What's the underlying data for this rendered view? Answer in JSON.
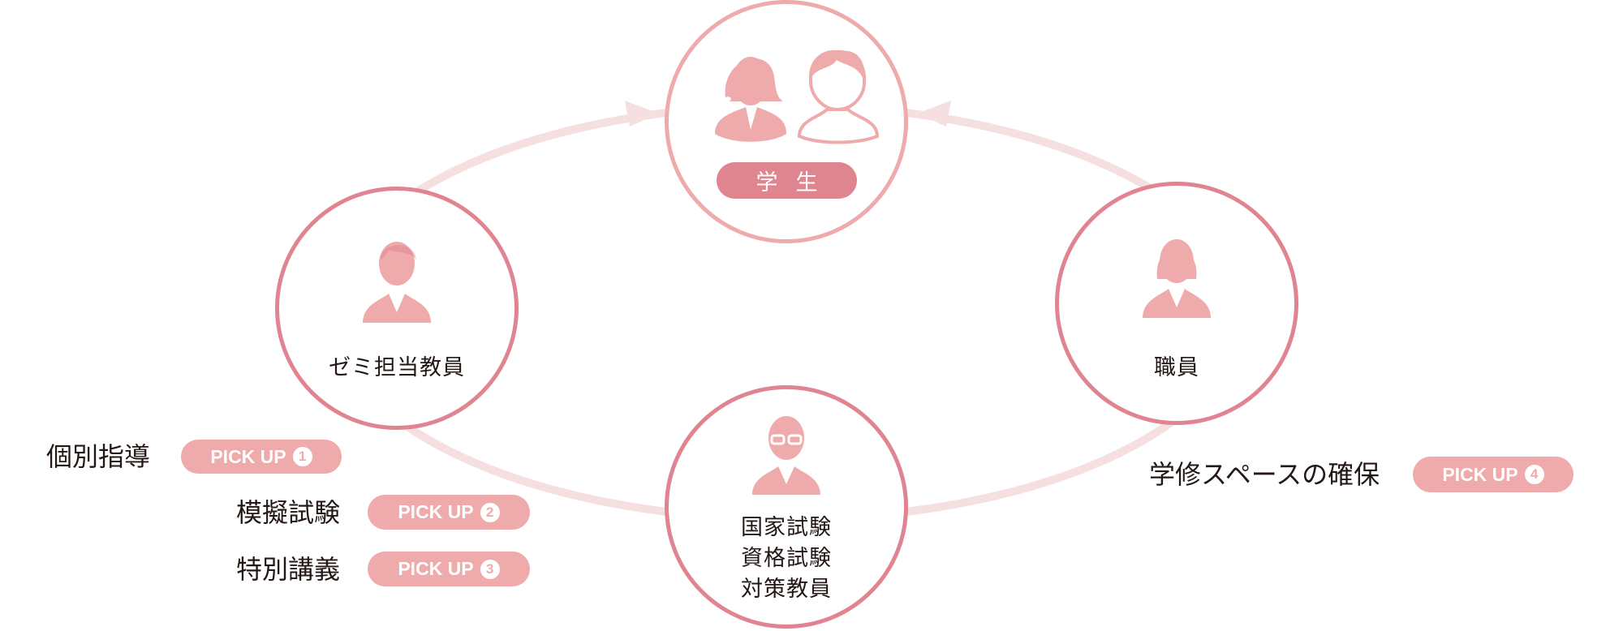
{
  "colors": {
    "ring_light": "#f6dfe0",
    "student_ring": "#efaaab",
    "role_ring": "#df8490",
    "icon": "#efaaab",
    "student_pill": "#df858f",
    "pickup_pill": "#efaaab"
  },
  "student": {
    "label": "学生"
  },
  "seminar": {
    "label": "ゼミ担当教員"
  },
  "staff": {
    "label": "職員"
  },
  "exam": {
    "lines": [
      "国家試験",
      "資格試験",
      "対策教員"
    ]
  },
  "pickups": [
    {
      "label": "個別指導",
      "badge": "PICK UP",
      "num": "1"
    },
    {
      "label": "模擬試験",
      "badge": "PICK UP",
      "num": "2"
    },
    {
      "label": "特別講義",
      "badge": "PICK UP",
      "num": "3"
    },
    {
      "label": "学修スペースの確保",
      "badge": "PICK UP",
      "num": "4"
    }
  ]
}
